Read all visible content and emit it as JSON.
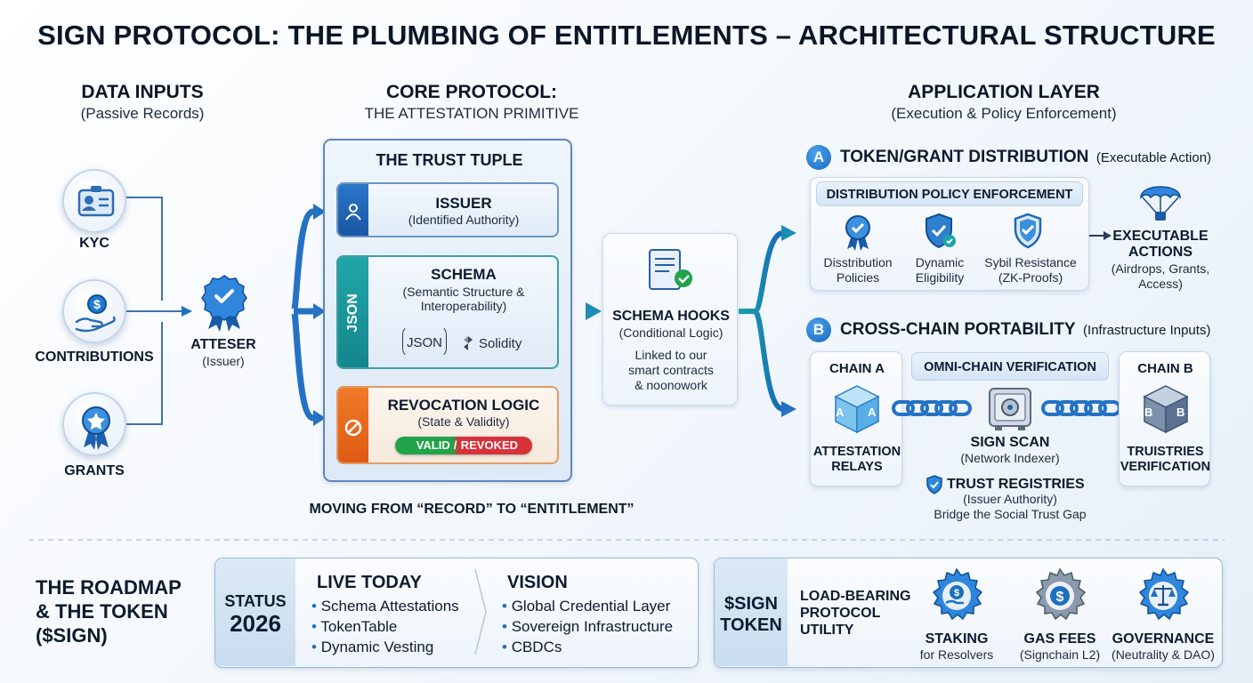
{
  "title": "SIGN PROTOCOL: THE PLUMBING OF ENTITLEMENTS – ARCHITECTURAL STRUCTURE",
  "data_inputs": {
    "heading": "DATA INPUTS",
    "subheading": "(Passive Records)",
    "items": [
      {
        "label": "KYC",
        "icon": "id-card-icon"
      },
      {
        "label": "CONTRIBUTIONS",
        "icon": "hand-coin-icon"
      },
      {
        "label": "GRANTS",
        "icon": "award-ribbon-icon"
      }
    ]
  },
  "attester": {
    "label": "ATTESER",
    "sub": "(Issuer)",
    "icon": "seal-check-icon"
  },
  "core": {
    "heading": "CORE PROTOCOL:",
    "subheading": "THE ATTESTATION PRIMITIVE",
    "tuple_title": "THE TRUST TUPLE",
    "issuer": {
      "title": "ISSUER",
      "sub": "(Identified Authority)"
    },
    "schema": {
      "title": "SCHEMA",
      "sub_line1": "(Semantic Structure &",
      "sub_line2": "Interoperability)",
      "side_label": "JSON",
      "json_label": "JSON",
      "solidity_label": "Solidity"
    },
    "revocation": {
      "title": "REVOCATION LOGIC",
      "sub": "(State & Validity)",
      "valid": "VALID",
      "separator": "/",
      "revoked": "REVOKED"
    },
    "caption": "MOVING FROM “RECORD” TO “ENTITLEMENT”"
  },
  "hooks": {
    "title": "SCHEMA HOOKS",
    "sub": "(Conditional Logic)",
    "line1": "Linked to our",
    "line2": "smart contracts",
    "line3": "& noonowork"
  },
  "application": {
    "heading": "APPLICATION LAYER",
    "subheading": "(Execution & Policy Enforcement)",
    "a": {
      "letter": "A",
      "title": "TOKEN/GRANT DISTRIBUTION",
      "note": "(Executable Action)",
      "box_title": "DISTRIBUTION POLICY ENFORCEMENT",
      "items": [
        {
          "line1": "Disstribution",
          "line2": "Policies",
          "icon": "ribbon-badge-icon"
        },
        {
          "line1": "Dynamic",
          "line2": "Eligibility",
          "icon": "shield-check-icon"
        },
        {
          "line1": "Sybil Resistance",
          "line2": "(ZK-Proofs)",
          "icon": "shield-outline-check-icon"
        }
      ],
      "result": {
        "title1": "EXECUTABLE",
        "title2": "ACTIONS",
        "sub1": "(Airdrops, Grants,",
        "sub2": "Access)",
        "icon": "parachute-icon"
      }
    },
    "b": {
      "letter": "B",
      "title": "CROSS-CHAIN PORTABILITY",
      "note": "(Infrastructure Inputs)",
      "chain_a": {
        "title": "CHAIN A",
        "line1": "ATTESTATION",
        "line2": "RELAYS",
        "cube_letters": [
          "A",
          "A"
        ]
      },
      "omni": "OMNI-CHAIN VERIFICATION",
      "scan": {
        "title": "SIGN SCAN",
        "sub": "(Network Indexer)",
        "icon": "vault-icon"
      },
      "registries": {
        "title": "TRUST REGISTRIES",
        "sub": "(Issuer Authority)",
        "line": "Bridge the Social Trust Gap",
        "icon": "small-shield-icon"
      },
      "chain_b": {
        "title": "CHAIN B",
        "line1": "TRUISTRIES",
        "line2": "VERIFICATION",
        "cube_letters": [
          "B",
          "B"
        ]
      }
    }
  },
  "roadmap": {
    "heading_line1": "THE ROADMAP",
    "heading_line2": "& THE TOKEN",
    "heading_line3": "($SIGN)",
    "status_label": "STATUS",
    "status_year": "2026",
    "live": {
      "title": "LIVE TODAY",
      "items": [
        "Schema Attestations",
        "TokenTable",
        "Dynamic Vesting"
      ]
    },
    "vision": {
      "title": "VISION",
      "items": [
        "Global Credential Layer",
        "Sovereign Infrastructure",
        "CBDCs"
      ]
    }
  },
  "token": {
    "label_line1": "$SIGN",
    "label_line2": "TOKEN",
    "utility_line1": "LOAD-BEARING",
    "utility_line2": "PROTOCOL",
    "utility_line3": "UTILITY",
    "items": [
      {
        "title": "STAKING",
        "sub": "for Resolvers",
        "icon": "gear-coin-icon"
      },
      {
        "title": "GAS FEES",
        "sub": "(Signchain L2)",
        "icon": "gear-dollar-icon"
      },
      {
        "title": "GOVERNANCE",
        "sub": "(Neutrality & DAO)",
        "icon": "gear-scales-icon"
      }
    ]
  },
  "colors": {
    "accent": "#1666bd",
    "teal": "#1aa5a8",
    "orange": "#e9661f",
    "valid": "#21a34a",
    "revoked": "#d8313a"
  }
}
